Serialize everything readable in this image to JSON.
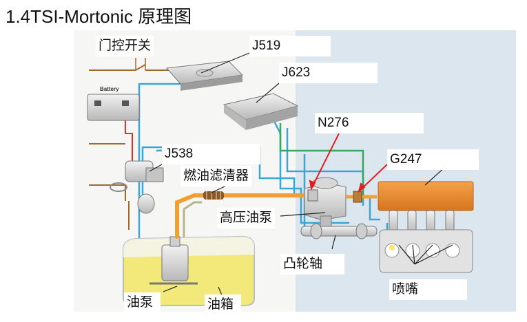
{
  "title": "1.4TSI-Mortonic 原理图",
  "diagram": {
    "battery_label": "Battery",
    "labels": {
      "door_switch": "门控开关",
      "j519": "J519",
      "j623": "J623",
      "n276": "N276",
      "j538": "J538",
      "fuel_filter": "燃油滤清器",
      "g247": "G247",
      "hp_pump": "高压油泵",
      "camshaft": "凸轮轴",
      "fuel_pump": "油泵",
      "fuel_tank": "油箱",
      "injectors": "喷嘴"
    },
    "colors": {
      "fuel_line": "#f0a030",
      "fuel_rail": "#e8892e",
      "signal_wire": "#3aa6d6",
      "ground_wire": "#a0692e",
      "power_wire": "#e03030",
      "can_wire": "#38a860",
      "fuel_level": "#f3e97a",
      "high_side_bg": "#dbe6ee"
    }
  }
}
